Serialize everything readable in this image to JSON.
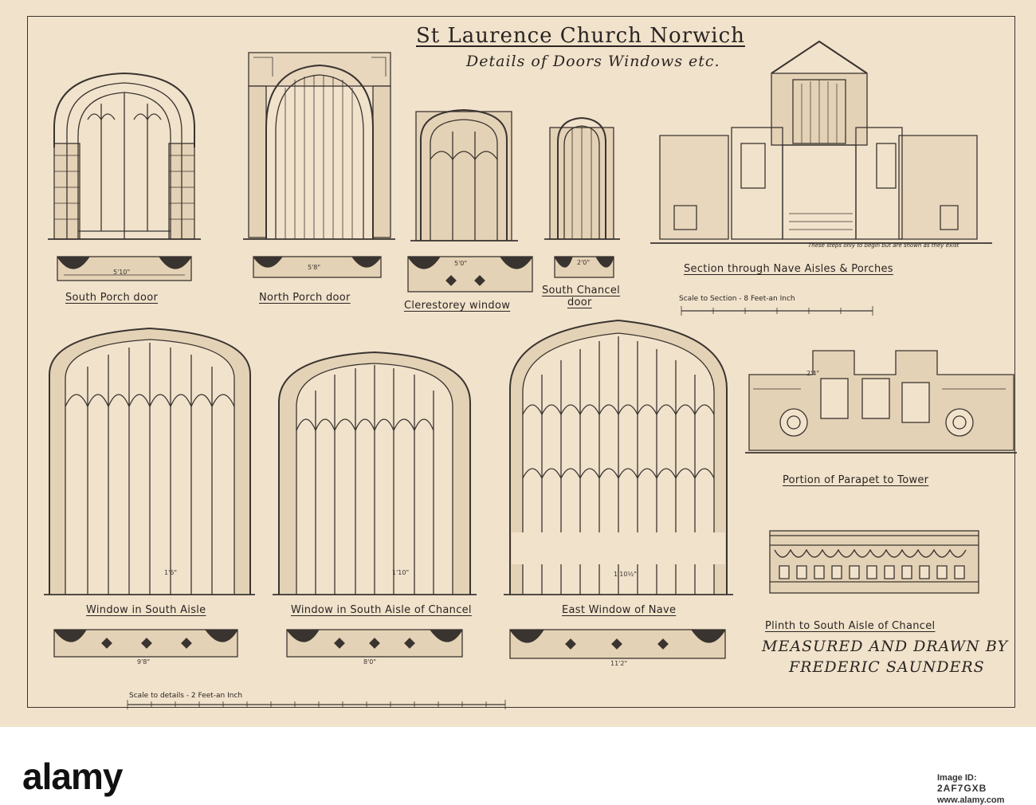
{
  "title": "St Laurence Church Norwich",
  "subtitle": "Details of Doors Windows etc.",
  "captions": {
    "south_porch_door": "South Porch door",
    "north_porch_door": "North Porch door",
    "clerestory_window": "Clerestorey window",
    "south_chancel_door_1": "South Chancel",
    "south_chancel_door_2": "door",
    "section": "Section through Nave Aisles & Porches",
    "section_scale": "Scale to Section - 8 Feet-an Inch",
    "section_note": "These steps only to begin but are shown as they exist",
    "window_south_aisle": "Window in South Aisle",
    "window_south_aisle_chancel": "Window in South Aisle of Chancel",
    "east_window_nave": "East Window of Nave",
    "parapet": "Portion of Parapet to Tower",
    "plinth": "Plinth to South Aisle of Chancel",
    "details_scale": "Scale to details - 2 Feet-an Inch"
  },
  "signature": {
    "line1": "Measured and Drawn by",
    "line2": "Frederic Saunders"
  },
  "dimensions": {
    "south_porch_width": "5'10\"",
    "north_porch_width": "5'8\"",
    "clerestory_width": "5'0\"",
    "chancel_door_width": "2'0\"",
    "sa_window_width": "9'8\"",
    "sac_window_width": "8'0\"",
    "east_window_width": "11'2\"",
    "sa_window_light": "1'6\"",
    "sac_window_light": "1'10\"",
    "east_window_light": "1'10½\"",
    "parapet_width": "2'4\""
  },
  "watermark": {
    "logo": "alamy",
    "code_label": "Image ID:",
    "code": "2AF7GXB",
    "site": "www.alamy.com"
  }
}
